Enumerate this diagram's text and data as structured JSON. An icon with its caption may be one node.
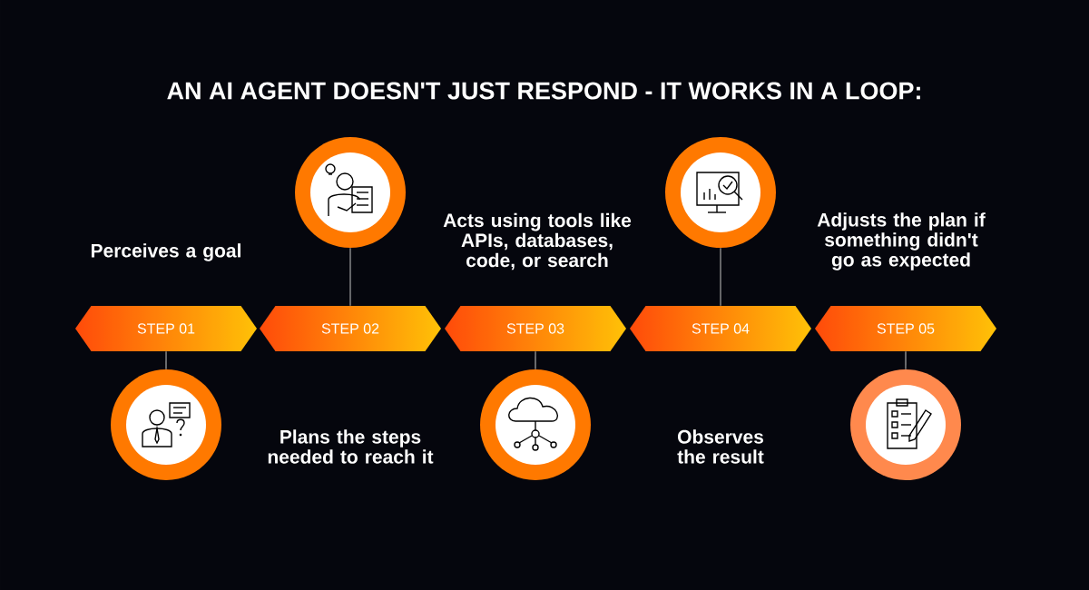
{
  "diagram": {
    "title": "AN AI AGENT DOESN'T JUST RESPOND - IT WORKS IN A LOOP:",
    "nodes": [
      {
        "text": [
          "STEP 01"
        ]
      },
      {
        "text": [
          "STEP 02"
        ]
      },
      {
        "text": [
          "STEP 03"
        ]
      },
      {
        "text": [
          "STEP 04"
        ]
      },
      {
        "text": [
          "STEP 05"
        ]
      },
      {
        "text": [],
        "shape": "circle"
      },
      {
        "text": [],
        "shape": "circle"
      },
      {
        "text": [],
        "shape": "circle"
      },
      {
        "text": [],
        "shape": "circle"
      },
      {
        "text": [],
        "shape": "circle"
      }
    ],
    "edges": [
      {
        "from": 0,
        "to": 5,
        "arrow": "none"
      },
      {
        "from": 1,
        "to": 6,
        "arrow": "none"
      },
      {
        "from": 2,
        "to": 7,
        "arrow": "none"
      },
      {
        "from": 3,
        "to": 8,
        "arrow": "none"
      },
      {
        "from": 4,
        "to": 9,
        "arrow": "none"
      }
    ],
    "labels": [
      "Perceives a goal",
      "Plans the steps needed to reach it",
      "Acts using tools like APIs, databases, code, or search",
      "Observes the result",
      "Adjusts the plan if something didn't go as expected"
    ]
  }
}
